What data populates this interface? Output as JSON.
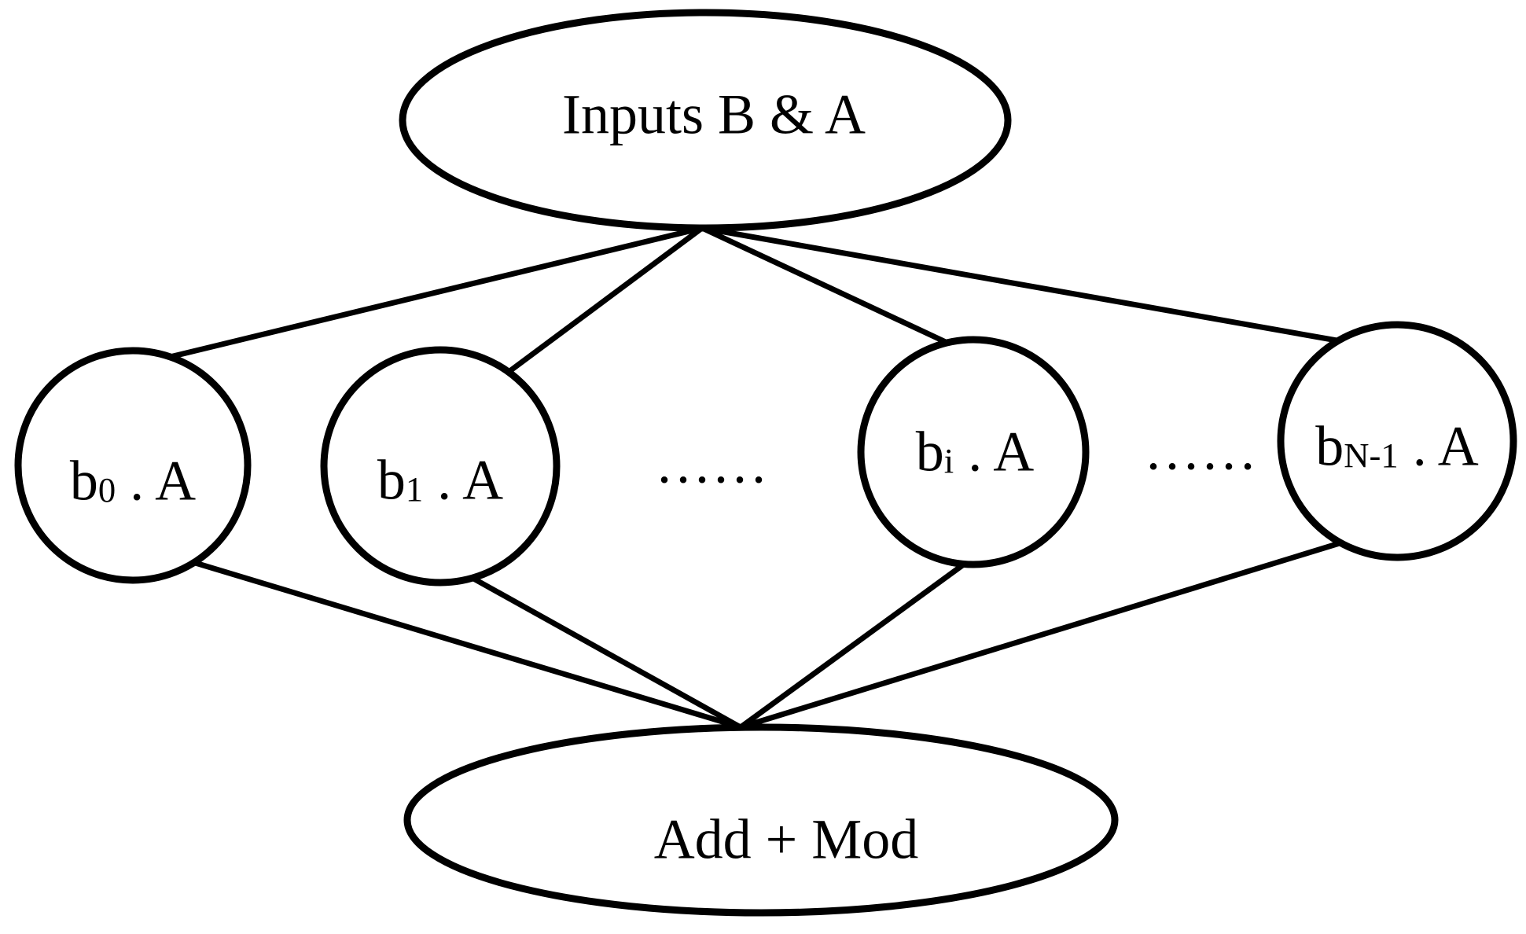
{
  "diagram": {
    "background": "#ffffff",
    "stroke_color": "#000000",
    "node_fill": "#ffffff",
    "input_node": {
      "label": "Inputs B & A"
    },
    "product_nodes": [
      {
        "base": "b",
        "sub": "0",
        "suffix": " . A"
      },
      {
        "base": "b",
        "sub": "1",
        "suffix": " . A"
      },
      {
        "base": "b",
        "sub": "i",
        "suffix": " . A"
      },
      {
        "base": "b",
        "sub": "N-1",
        "suffix": " . A"
      }
    ],
    "ellipsis_left": "......",
    "ellipsis_right": "......",
    "output_node": {
      "label": "Add + Mod"
    }
  }
}
